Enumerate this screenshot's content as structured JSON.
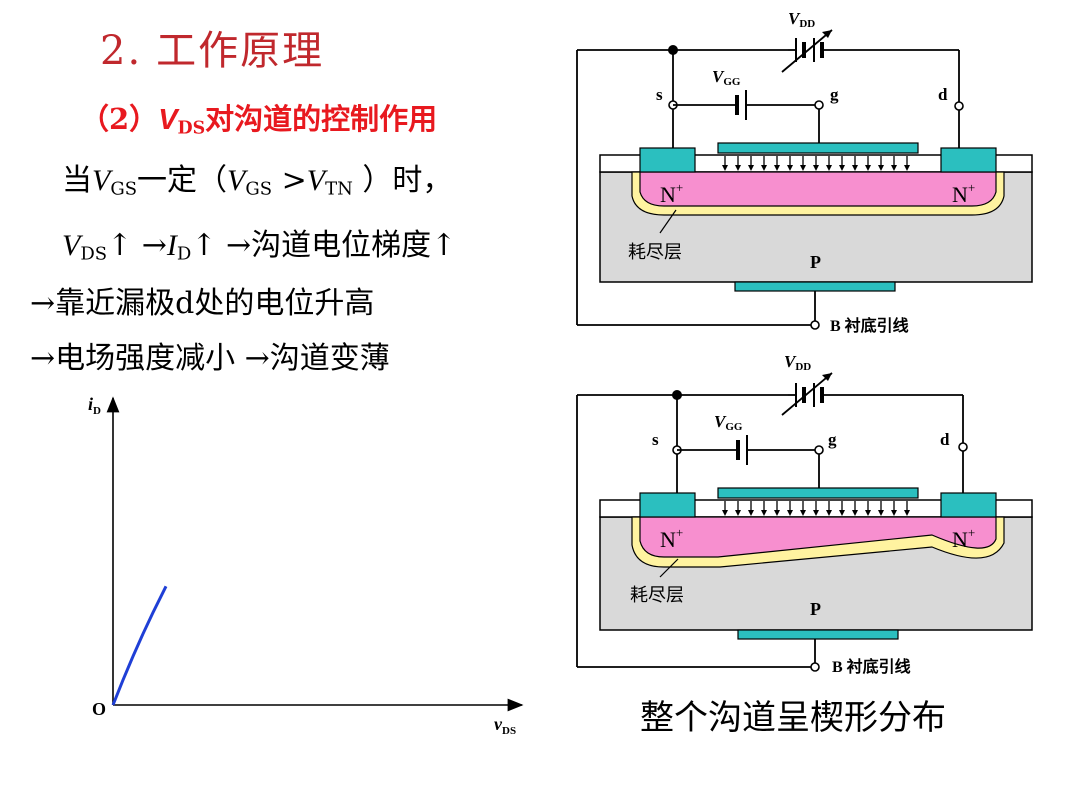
{
  "title": {
    "number": "2.",
    "text": "工作原理"
  },
  "subtitle": {
    "prefix": "（2）",
    "var": "V",
    "sub": "DS",
    "suffix": "对沟道的控制作用"
  },
  "text_lines": {
    "line1": {
      "a": "当",
      "v1": "V",
      "s1": "GS",
      "b": "一定（",
      "v2": "V",
      "s2": "GS",
      "c": " >",
      "v3": "V",
      "s3": "TN",
      "d": " ）时，"
    },
    "line2": {
      "v1": "V",
      "s1": "DS",
      "a": "↑ →",
      "v2": "I",
      "s2": "D",
      "b": "↑ →沟道电位梯度↑"
    },
    "line3": "→靠近漏极d处的电位升高",
    "line4": "→电场强度减小 →沟道变薄"
  },
  "graph": {
    "y_label": "i",
    "y_sub": "D",
    "x_label": "v",
    "x_sub": "DS",
    "origin": "O"
  },
  "chart_data": {
    "type": "line",
    "title": "",
    "xlabel": "vDS",
    "ylabel": "iD",
    "series": [
      {
        "name": "",
        "x": [
          0,
          0.5,
          1.0,
          1.5,
          2.0,
          2.65
        ],
        "y": [
          0,
          1.0,
          1.95,
          2.85,
          3.7,
          4.75
        ]
      }
    ],
    "xlim": [
      0,
      20
    ],
    "ylim": [
      0,
      12
    ],
    "grid": false,
    "color": "#1f3fd6"
  },
  "diagram_top": {
    "vdd": "V",
    "vdd_sub": "DD",
    "vgg": "V",
    "vgg_sub": "GG",
    "s": "s",
    "g": "g",
    "d": "d",
    "n_left": "N",
    "n_right": "N",
    "sup": "+",
    "depletion": "耗尽层",
    "p": "P",
    "b_label": "B 衬底引线"
  },
  "diagram_bottom": {
    "vdd": "V",
    "vdd_sub": "DD",
    "vgg": "V",
    "vgg_sub": "GG",
    "s": "s",
    "g": "g",
    "d": "d",
    "n_left": "N",
    "n_right": "N",
    "sup": "+",
    "depletion": "耗尽层",
    "p": "P",
    "b_label": "B 衬底引线"
  },
  "caption": "整个沟道呈楔形分布",
  "colors": {
    "title": "#c0282d",
    "subtitle": "#e8191f",
    "n_region": "#f78fcf",
    "depletion": "#fff3a0",
    "substrate": "#d9d9d9",
    "metal": "#2bbfbf",
    "curve": "#1f3fd6"
  }
}
